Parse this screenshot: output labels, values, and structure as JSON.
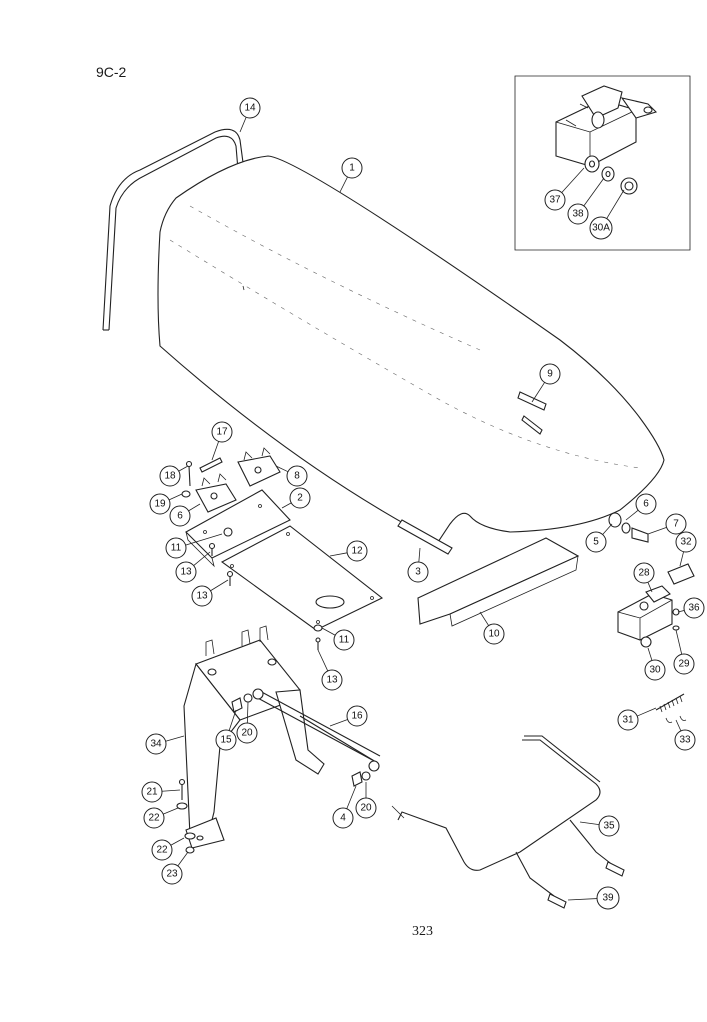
{
  "page": {
    "code": "9C-2",
    "number": "323"
  },
  "callouts": [
    {
      "id": "c14",
      "label": "14"
    },
    {
      "id": "c1",
      "label": "1"
    },
    {
      "id": "c37",
      "label": "37"
    },
    {
      "id": "c38",
      "label": "38"
    },
    {
      "id": "c30A",
      "label": "30A"
    },
    {
      "id": "c9",
      "label": "9"
    },
    {
      "id": "c17",
      "label": "17"
    },
    {
      "id": "c18",
      "label": "18"
    },
    {
      "id": "c8",
      "label": "8"
    },
    {
      "id": "c19",
      "label": "19"
    },
    {
      "id": "c2",
      "label": "2"
    },
    {
      "id": "c6a",
      "label": "6"
    },
    {
      "id": "c11a",
      "label": "11"
    },
    {
      "id": "c12",
      "label": "12"
    },
    {
      "id": "c13a",
      "label": "13"
    },
    {
      "id": "c13b",
      "label": "13"
    },
    {
      "id": "c3",
      "label": "3"
    },
    {
      "id": "c6b",
      "label": "6"
    },
    {
      "id": "c7",
      "label": "7"
    },
    {
      "id": "c5",
      "label": "5"
    },
    {
      "id": "c32",
      "label": "32"
    },
    {
      "id": "c28",
      "label": "28"
    },
    {
      "id": "c36",
      "label": "36"
    },
    {
      "id": "c10",
      "label": "10"
    },
    {
      "id": "c11b",
      "label": "11"
    },
    {
      "id": "c13c",
      "label": "13"
    },
    {
      "id": "c30",
      "label": "30"
    },
    {
      "id": "c29",
      "label": "29"
    },
    {
      "id": "c16",
      "label": "16"
    },
    {
      "id": "c34",
      "label": "34"
    },
    {
      "id": "c15",
      "label": "15"
    },
    {
      "id": "c20a",
      "label": "20"
    },
    {
      "id": "c31",
      "label": "31"
    },
    {
      "id": "c33",
      "label": "33"
    },
    {
      "id": "c21",
      "label": "21"
    },
    {
      "id": "c22a",
      "label": "22"
    },
    {
      "id": "c4",
      "label": "4"
    },
    {
      "id": "c20b",
      "label": "20"
    },
    {
      "id": "c35",
      "label": "35"
    },
    {
      "id": "c22b",
      "label": "22"
    },
    {
      "id": "c23",
      "label": "23"
    },
    {
      "id": "c39",
      "label": "39"
    }
  ]
}
